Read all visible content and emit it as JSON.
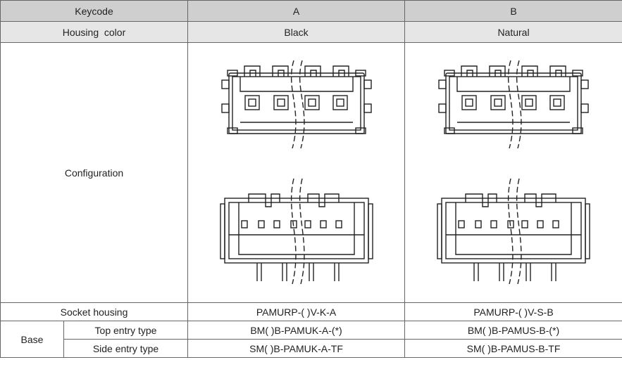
{
  "header": {
    "keycode": "Keycode",
    "col_a": "A",
    "col_b": "B"
  },
  "housing_color": {
    "label": "Housing  color",
    "a": "Black",
    "b": "Natural"
  },
  "configuration": {
    "label": "Configuration"
  },
  "socket_housing": {
    "label": "Socket housing",
    "a": "PAMURP-( )V-K-A",
    "b": "PAMURP-( )V-S-B"
  },
  "base": {
    "label": "Base",
    "top_entry": {
      "label": "Top entry type",
      "a": "BM( )B-PAMUK-A-(*)",
      "b": "BM( )B-PAMUS-B-(*)"
    },
    "side_entry": {
      "label": "Side entry type",
      "a": "SM( )B-PAMUK-A-TF",
      "b": "SM( )B-PAMUS-B-TF"
    }
  }
}
